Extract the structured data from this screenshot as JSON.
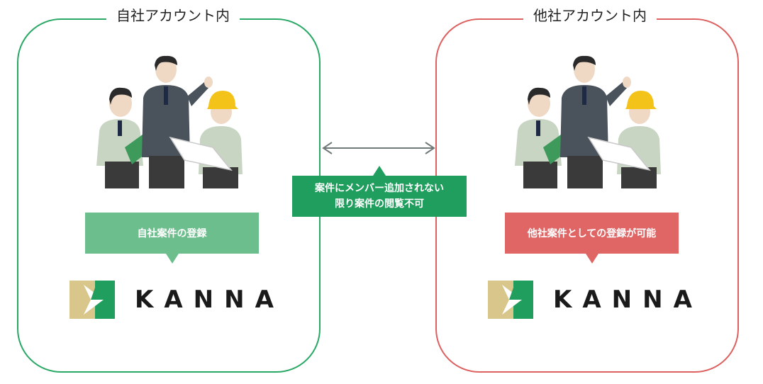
{
  "left_panel": {
    "title": "自社アカウント内",
    "bubble": "自社案件の登録",
    "logo_text": "KANNA",
    "border_color": "#2aa866"
  },
  "right_panel": {
    "title": "他社アカウント内",
    "bubble": "他社案件としての登録が可能",
    "logo_text": "KANNA",
    "border_color": "#dd6161"
  },
  "center": {
    "line1": "案件にメンバー追加されない",
    "line2": "限り案件の閲覧不可",
    "color": "#1f9e5e",
    "arrow_icon": "double-arrow-icon"
  },
  "colors": {
    "green_bubble": "#6cbf8d",
    "red_bubble": "#e06666",
    "logo_green": "#1f9e5e",
    "logo_beige": "#d9c68a"
  }
}
